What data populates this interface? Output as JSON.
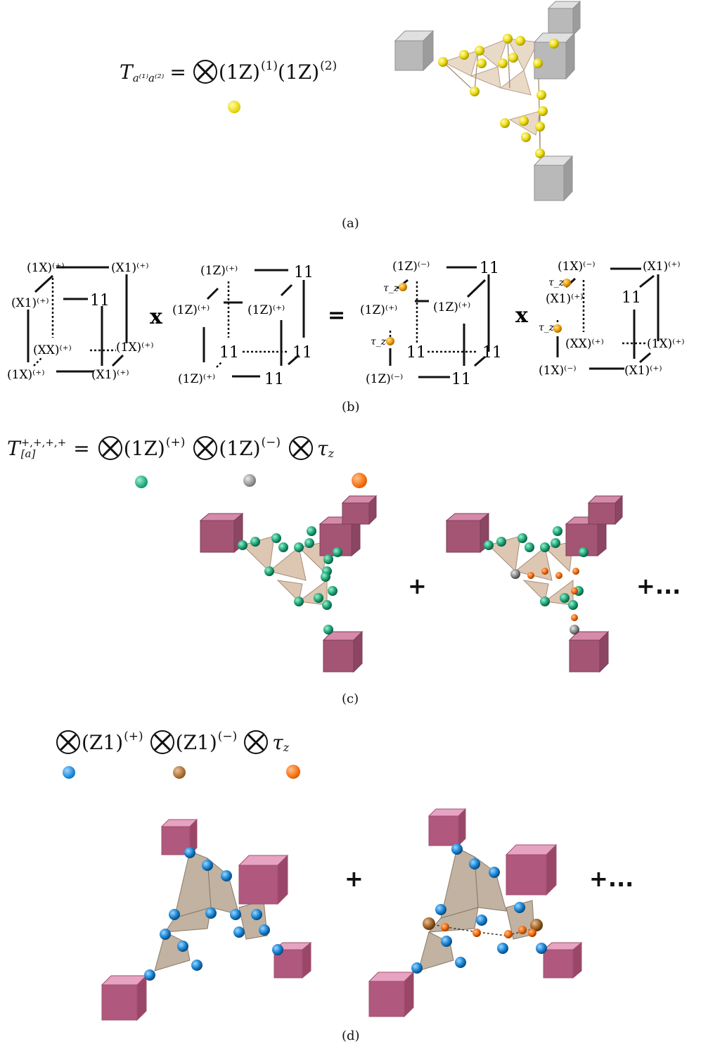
{
  "colors": {
    "yellow": "#f2e21c",
    "green": "#1fa77a",
    "gray": "#8a8a8a",
    "orange": "#f36a0a",
    "blue": "#1a86d6",
    "brown": "#a5682b",
    "cube_gray": "#c7c7c7",
    "cube_pink": "#b0607f",
    "tetra_beige": "#dfc9b0"
  },
  "panel_a": {
    "caption": "(a)",
    "lhs": "T",
    "lhs_sub": "a⁽¹⁾a⁽²⁾",
    "eq": "=",
    "term": "(1Z)",
    "term_sup1": "(1)",
    "term2": "(1Z)",
    "term_sup2": "(2)"
  },
  "panel_b": {
    "caption": "(b)",
    "times": "x",
    "equals": "=",
    "cube1": [
      "(1X)⁽⁺⁾",
      "(X1)⁽⁺⁾",
      "(X1)⁽⁺⁾",
      "11",
      "(XX)⁽⁺⁾",
      "(1X)⁽⁺⁾",
      "(1X)⁽⁺⁾",
      "(X1)⁽⁺⁾"
    ],
    "cube2": [
      "(1Z)⁽⁺⁾",
      "11",
      "(1Z)⁽⁺⁾",
      "(1Z)⁽⁺⁾",
      "11",
      "11",
      "(1Z)⁽⁺⁾",
      "11"
    ],
    "cube3": [
      "(1Z)⁽⁻⁾",
      "11",
      "(1Z)⁽⁺⁾",
      "(1Z)⁽⁺⁾",
      "11",
      "11",
      "(1Z)⁽⁻⁾",
      "11",
      "τ_z",
      "τ_z"
    ],
    "cube4": [
      "(1X)⁽⁻⁾",
      "(X1)⁽⁺⁾",
      "(X1)⁽⁺⁾",
      "11",
      "(XX)⁽⁺⁾",
      "(1X)⁽⁺⁾",
      "(1X)⁽⁻⁾",
      "(X1)⁽⁺⁾",
      "τ_z",
      "τ_z"
    ]
  },
  "panel_c": {
    "caption": "(c)",
    "lhs": "T",
    "lhs_sup": "+,+,+,+",
    "lhs_sub": "[a]",
    "eq": "=",
    "term1": "(1Z)",
    "term1_sup": "(+)",
    "term2": "(1Z)",
    "term2_sup": "(−)",
    "term3": "τ",
    "term3_sub": "z",
    "plus": "+",
    "plus_more": "+..."
  },
  "panel_d": {
    "caption": "(d)",
    "term1": "(Z1)",
    "term1_sup": "(+)",
    "term2": "(Z1)",
    "term2_sup": "(−)",
    "term3": "τ",
    "term3_sub": "z",
    "plus": "+",
    "plus_more": "+..."
  }
}
